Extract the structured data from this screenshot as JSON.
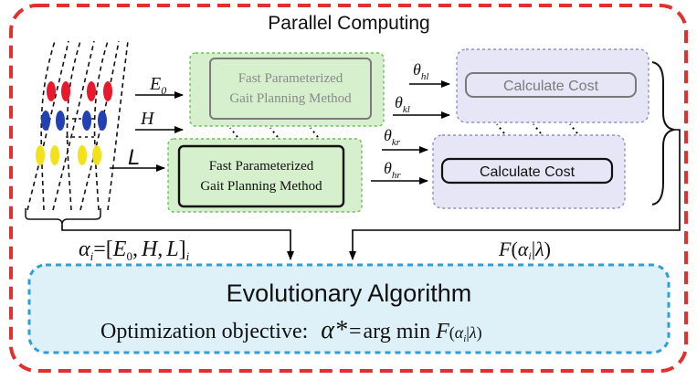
{
  "title": "Parallel Computing",
  "inputs": {
    "e0_base": "E",
    "e0_sub": "0",
    "h": "H",
    "l": "L"
  },
  "planner": {
    "line1": "Fast Parameterized",
    "line2": "Gait Planning Method"
  },
  "cost": {
    "label": "Calculate Cost"
  },
  "thetas": {
    "hl": "hl",
    "kl": "kl",
    "kr": "kr",
    "hr": "hr",
    "symbol": "θ"
  },
  "alpha_formula": {
    "lhs_base": "α",
    "lhs_sub": "i",
    "eq": "=",
    "open": "[",
    "e": "E",
    "e_sub": "0",
    "comma1": ",",
    "h": "H",
    "comma2": ",",
    "l": "L",
    "close": "]",
    "close_sub": "i"
  },
  "f_formula": {
    "f": "F",
    "open": "(",
    "alpha": "α",
    "sub": "i",
    "bar": "|",
    "lambda": "λ",
    "close": ")"
  },
  "evolutionary": {
    "title": "Evolutionary Algorithm",
    "objective_label": "Optimization objective:",
    "alpha_star": "α*",
    "eq": "=",
    "argmin": "arg min",
    "f": "F",
    "f_args_open": "(",
    "f_alpha": "α",
    "f_sub": "i",
    "f_bar": "|",
    "f_lambda": "λ",
    "f_args_close": ")"
  },
  "colors": {
    "outer_border": "#e03030",
    "ea_border": "#2b9fd6",
    "ea_fill": "#dff1f8",
    "planner_fill": "#d6efcc",
    "planner_border": "#6cbf5a",
    "cost_fill": "#e7e6f6",
    "cost_border": "#8f8fc8",
    "red": "#e8192c",
    "blue": "#2340b5",
    "yellow": "#f2e21b"
  }
}
